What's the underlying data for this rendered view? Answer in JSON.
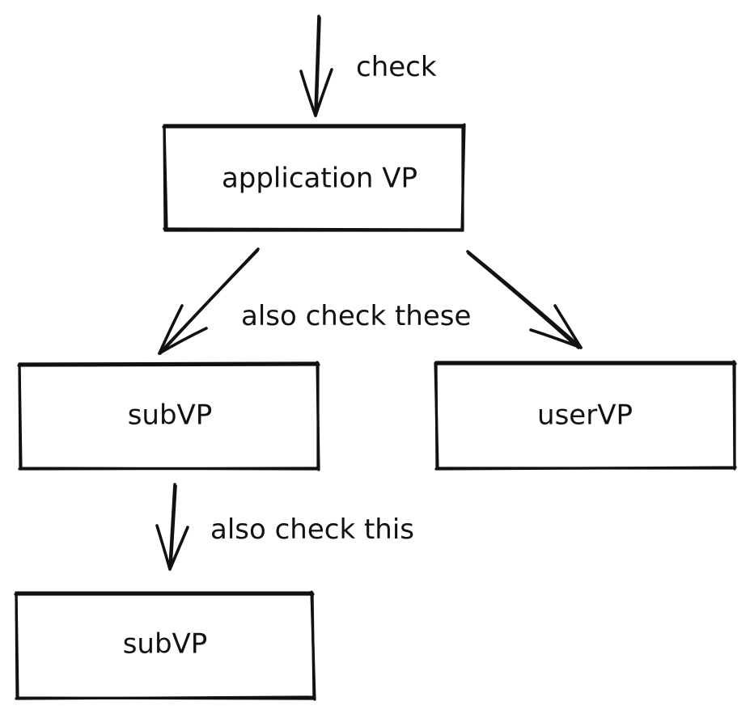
{
  "nodes": {
    "application": "application VP",
    "sub_left": "subVP",
    "user": "userVP",
    "sub_bottom": "subVP"
  },
  "edge_labels": {
    "top": "check",
    "middle": "also check these",
    "bottom": "also check this"
  }
}
